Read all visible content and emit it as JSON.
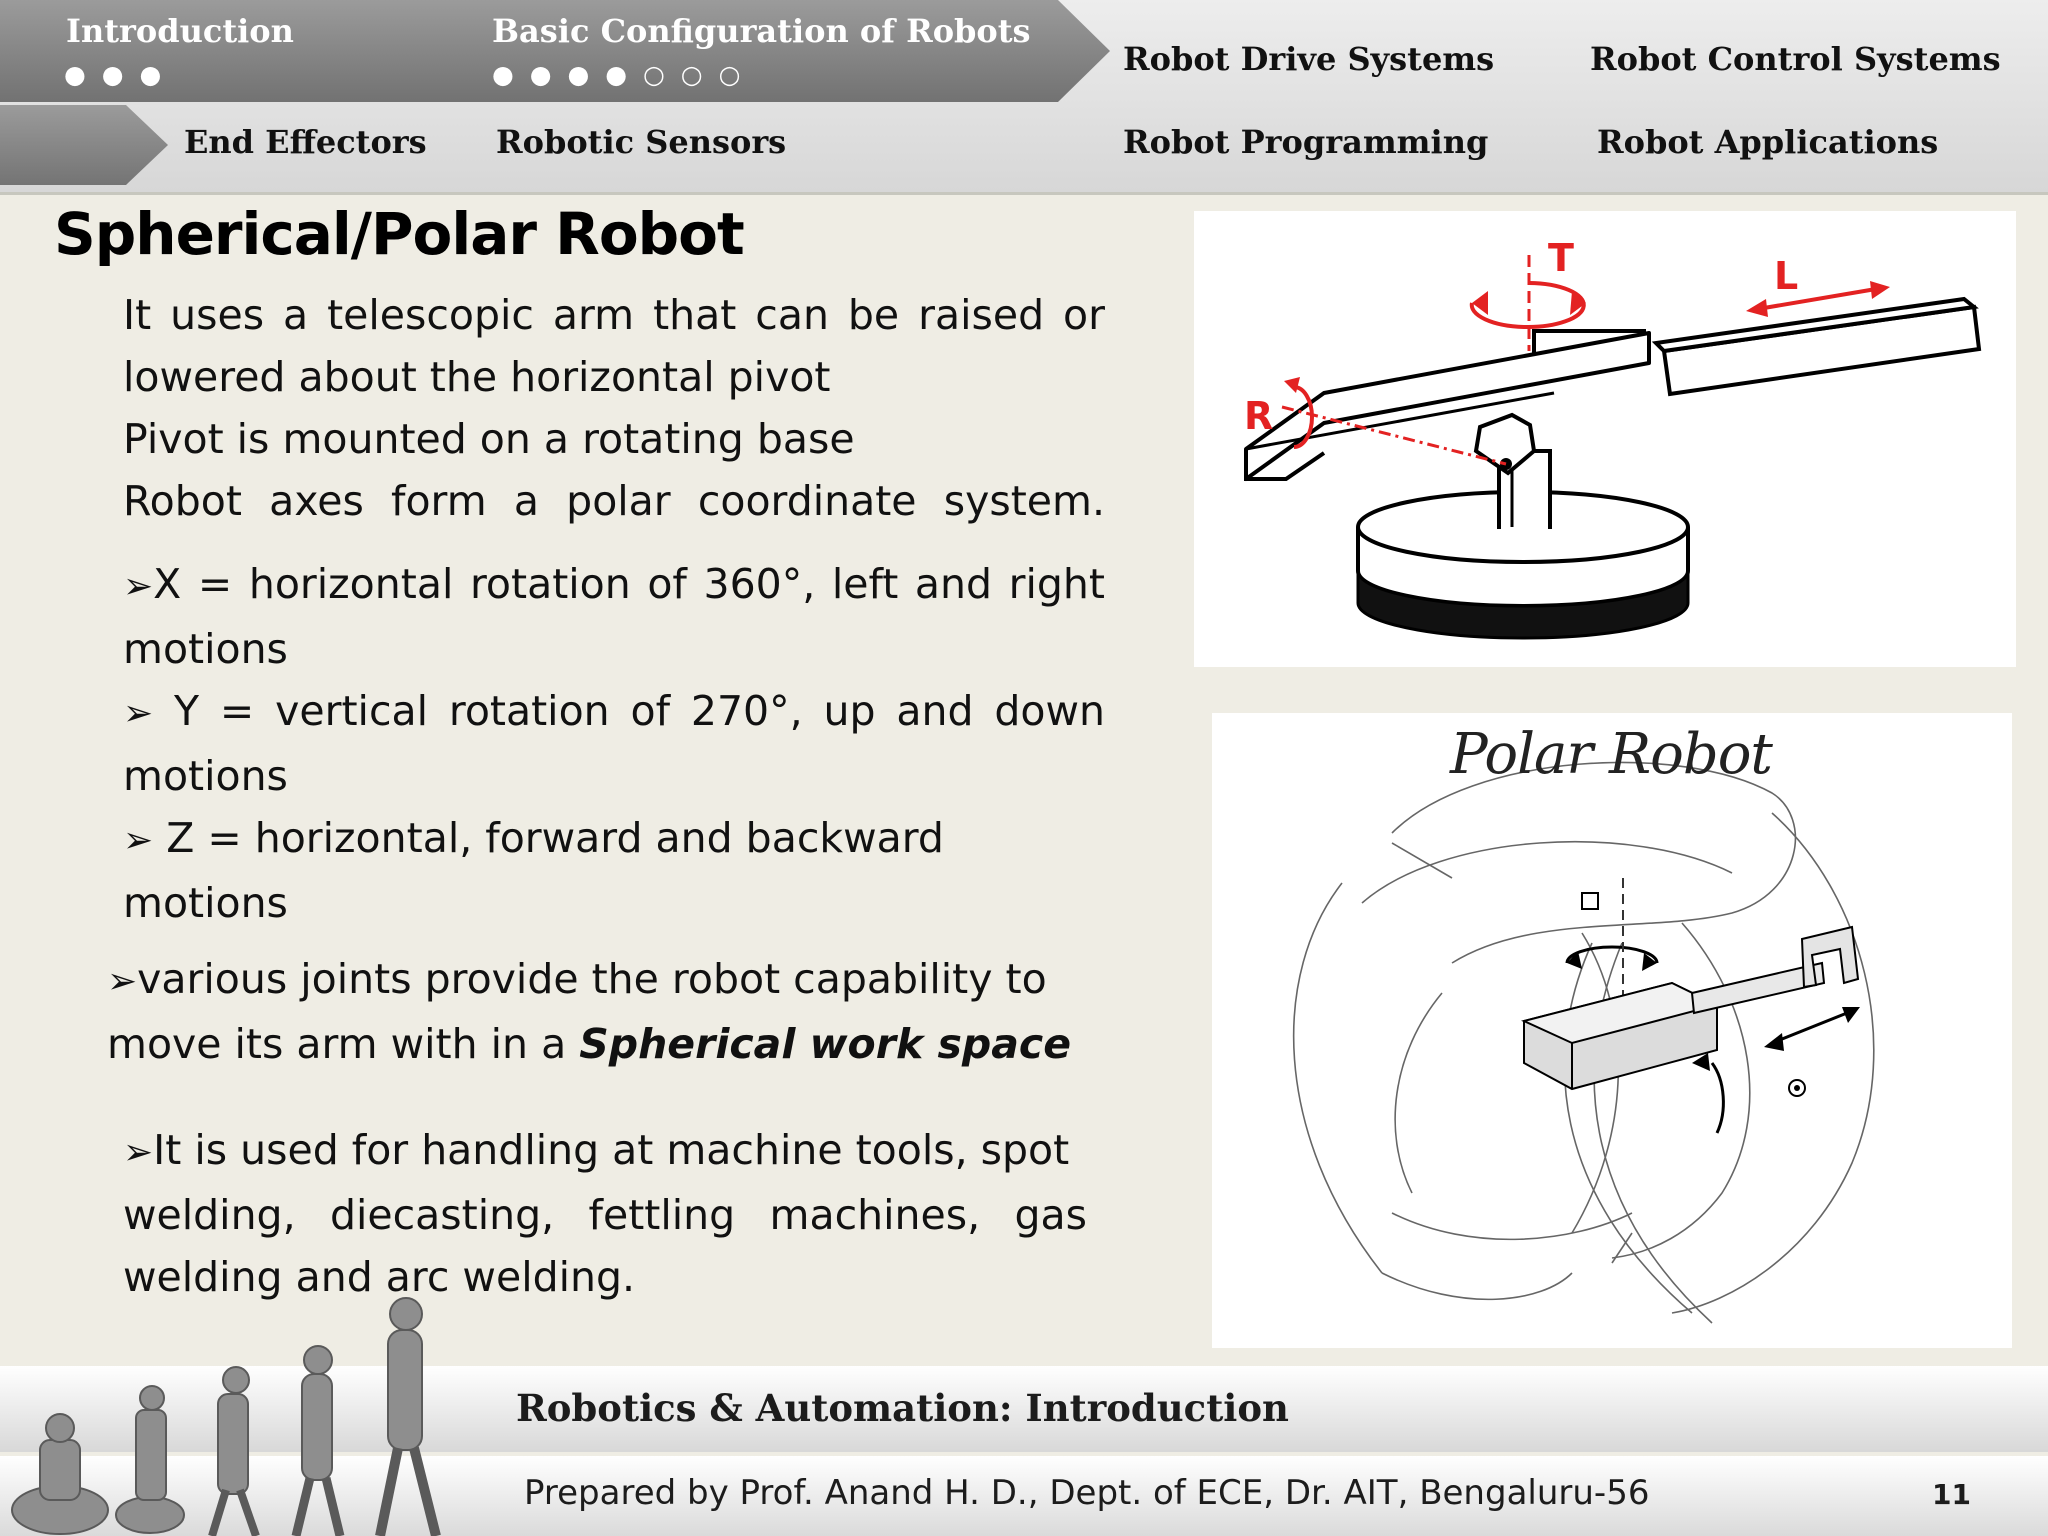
{
  "nav": {
    "sections": [
      {
        "label": "Introduction",
        "dots": "● ● ●"
      },
      {
        "label": "Basic Configuration of Robots",
        "dots": "● ● ● ● ○ ○ ○"
      },
      {
        "label": "Robot Drive Systems"
      },
      {
        "label": "Robot Control Systems"
      },
      {
        "label": "End Effectors"
      },
      {
        "label": "Robotic Sensors"
      },
      {
        "label": "Robot Programming"
      },
      {
        "label": "Robot Applications"
      }
    ]
  },
  "slide": {
    "title": "Spherical/Polar Robot",
    "intro": [
      "It uses a telescopic arm that can be raised or",
      "lowered about the horizontal pivot",
      "Pivot is mounted on a rotating base",
      "Robot axes form a polar coordinate system."
    ],
    "axes": [
      {
        "marker": "➢",
        "line1": "X = horizontal rotation of 360°, left and right",
        "line2": "motions"
      },
      {
        "marker": "➢",
        "line1": " Y = vertical rotation of 270°, up and down",
        "line2": "motions"
      },
      {
        "marker": "➢",
        "line1": " Z = horizontal, forward and backward",
        "line2": "motions"
      }
    ],
    "joints": {
      "marker": "➢",
      "line1": "various joints provide the robot capability to",
      "line2_prefix": "move its arm with in a ",
      "line2_emph": "Spherical work space"
    },
    "usage": {
      "marker": "➢",
      "line1": "It is used for handling at machine tools, spot",
      "line2": "welding, diecasting, fettling machines, gas",
      "line3": "welding and arc welding."
    }
  },
  "diagram1": {
    "labels": {
      "t": "T",
      "l": "L",
      "r": "R"
    }
  },
  "diagram2": {
    "caption": "Polar Robot"
  },
  "footer": {
    "course": "Robotics & Automation: Introduction",
    "prepared": "Prepared by Prof. Anand H. D., Dept. of ECE,  Dr. AIT, Bengaluru-56",
    "page": "11"
  },
  "colors": {
    "nav_arrow": "#808080",
    "slide_bg": "#efede4",
    "annot_red": "#e32222"
  }
}
